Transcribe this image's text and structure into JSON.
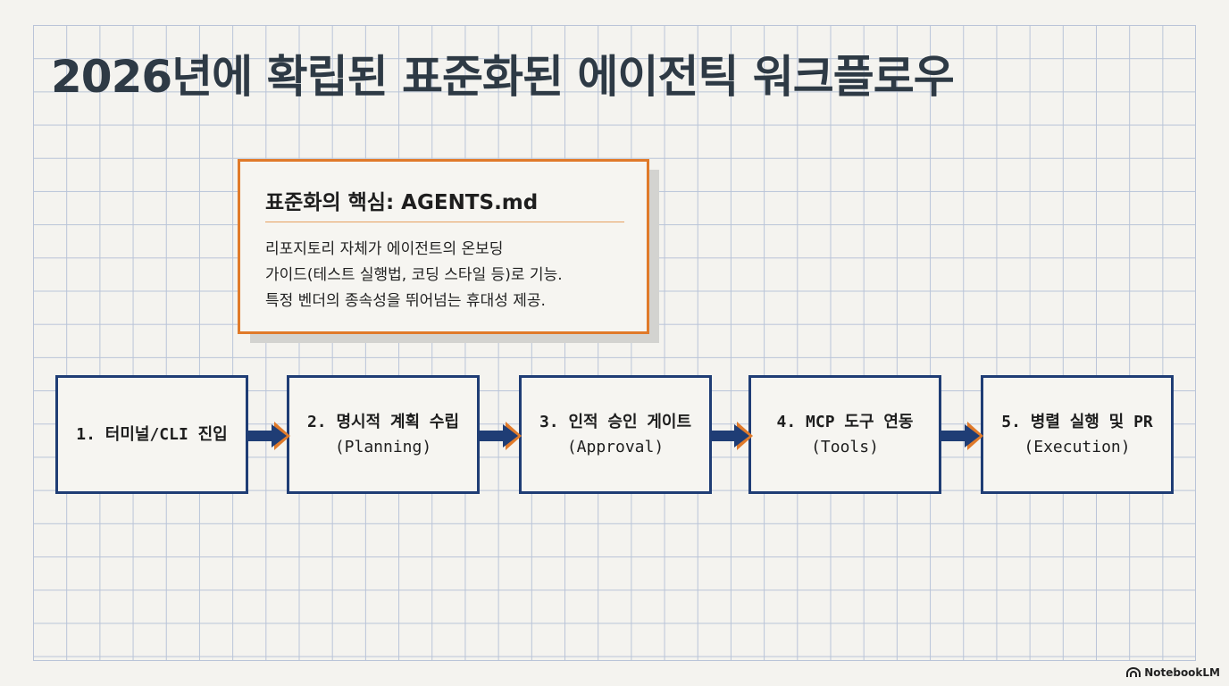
{
  "title": "2026년에 확립된 표준화된 에이전틱 워크플로우",
  "callout": {
    "heading": "표준화의 핵심: AGENTS.md",
    "lines": [
      "리포지토리 자체가 에이전트의 온보딩",
      "가이드(테스트 실행법, 코딩 스타일 등)로 기능.",
      "특정 벤더의 종속성을 뛰어넘는 휴대성 제공."
    ]
  },
  "steps": [
    {
      "line1": "1. 터미널/CLI 진입",
      "line2": ""
    },
    {
      "line1": "2. 명시적 계획 수립",
      "line2": "(Planning)"
    },
    {
      "line1": "3. 인적 승인 게이트",
      "line2": "(Approval)"
    },
    {
      "line1": "4. MCP 도구 연동",
      "line2": "(Tools)"
    },
    {
      "line1": "5. 병렬 실행 및 PR",
      "line2": "(Execution)"
    }
  ],
  "brand": {
    "label": "NotebookLM",
    "icon": "notebooklm-logo-icon"
  },
  "colors": {
    "box_border": "#1f3d75",
    "accent": "#e07a2a",
    "title": "#2e3a45",
    "grid": "#b9c4d8"
  }
}
